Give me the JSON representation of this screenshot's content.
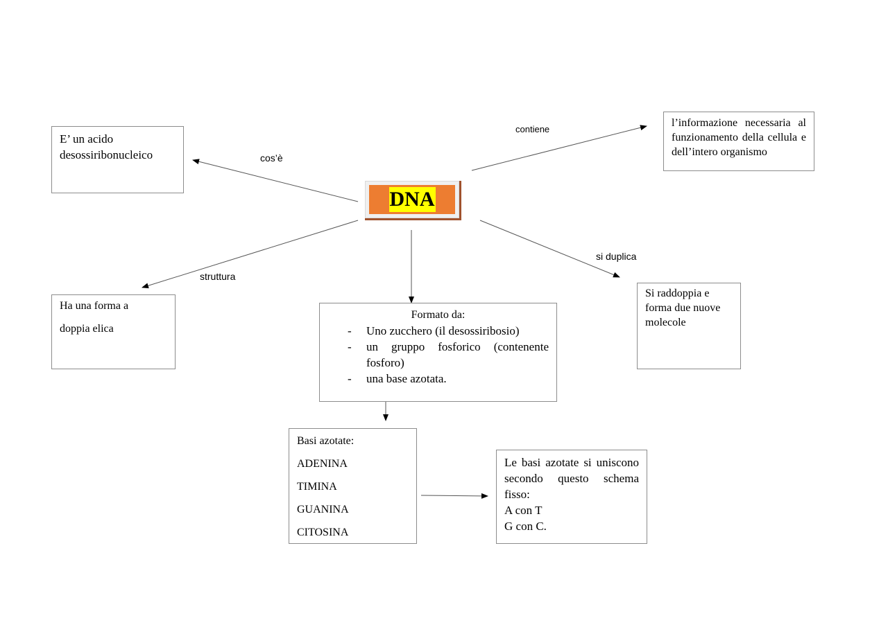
{
  "central": {
    "title": "DNA"
  },
  "labels": {
    "cose": "cos’è",
    "contiene": "contiene",
    "struttura": "struttura",
    "si_duplica": "si duplica"
  },
  "boxes": {
    "acido": [
      "E’ un acido",
      "desossiribonucleico"
    ],
    "informazione": "l’informazione necessaria al funzionamento della cellula e dell’intero organismo",
    "elica": [
      "Ha una forma a",
      "doppia elica"
    ],
    "raddoppia": [
      "Si raddoppia e",
      "forma due nuove",
      "molecole"
    ],
    "formato": {
      "title": "Formato da:",
      "items": [
        "Uno zucchero (il desossiribosio)",
        "un gruppo fosforico (contenente fosforo)",
        " una base azotata."
      ]
    },
    "basi": {
      "title": "Basi azotate:",
      "items": [
        "ADENINA",
        "TIMINA",
        "GUANINA",
        "CITOSINA"
      ]
    },
    "schema": {
      "text": "Le basi azotate si uniscono secondo questo schema fisso:",
      "pairs": [
        "A con T",
        "G con C."
      ]
    }
  },
  "colors": {
    "central_fill": "#ed7d31",
    "central_highlight": "#ffff00",
    "central_shadow": "#a0522d",
    "box_border": "#8c8c8c"
  }
}
